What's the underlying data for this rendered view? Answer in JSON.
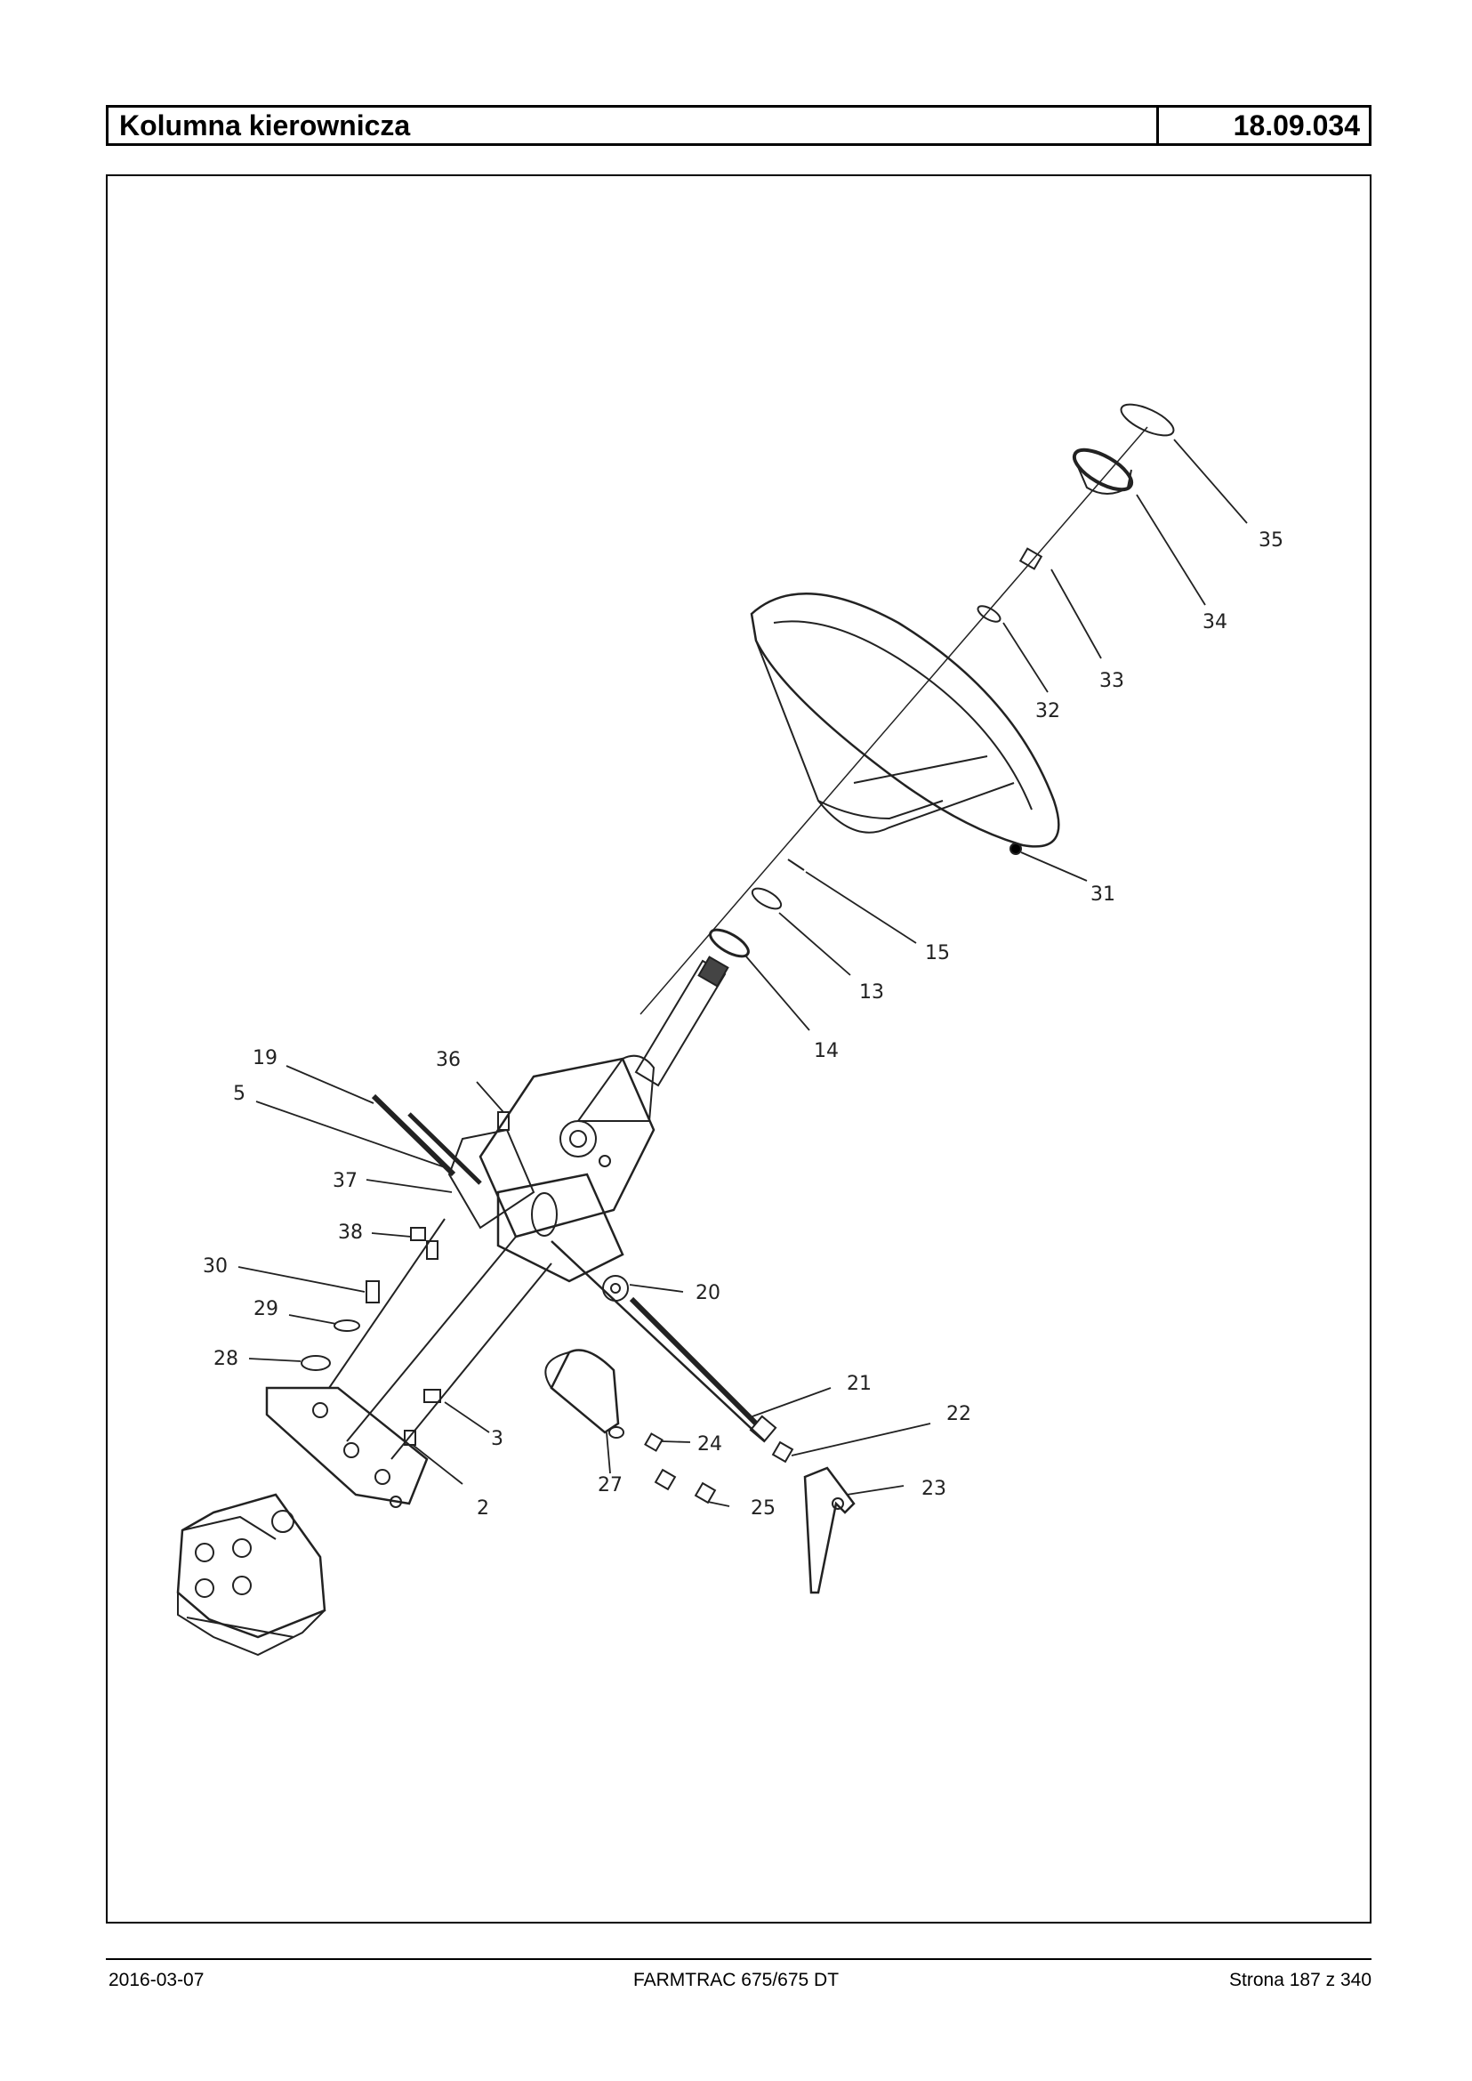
{
  "header": {
    "title": "Kolumna kierownicza",
    "code": "18.09.034"
  },
  "callouts": [
    "35",
    "34",
    "33",
    "32",
    "31",
    "15",
    "13",
    "14",
    "19",
    "36",
    "5",
    "37",
    "38",
    "30",
    "29",
    "28",
    "20",
    "21",
    "22",
    "23",
    "24",
    "25",
    "27",
    "3",
    "2"
  ],
  "footer": {
    "date": "2016-03-07",
    "model": "FARMTRAC 675/675 DT",
    "page": "Strona 187 z 340"
  }
}
